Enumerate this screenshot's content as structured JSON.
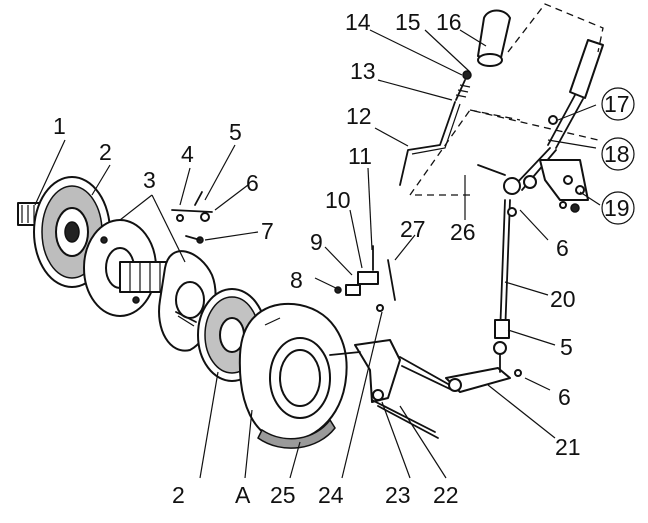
{
  "labels": {
    "l1": "1",
    "l2a": "2",
    "l2b": "2",
    "l3": "3",
    "l4": "4",
    "l5a": "5",
    "l5b": "5",
    "l6a": "6",
    "l6b": "6",
    "l6c": "6",
    "l7": "7",
    "l8": "8",
    "l9": "9",
    "l10": "10",
    "l11": "11",
    "l12": "12",
    "l13": "13",
    "l14": "14",
    "l15": "15",
    "l16": "16",
    "l17": "17",
    "l18": "18",
    "l19": "19",
    "l20": "20",
    "l21": "21",
    "l22": "22",
    "l23": "23",
    "l24": "24",
    "l25": "25",
    "l26": "26",
    "l27": "27",
    "lA": "A"
  }
}
